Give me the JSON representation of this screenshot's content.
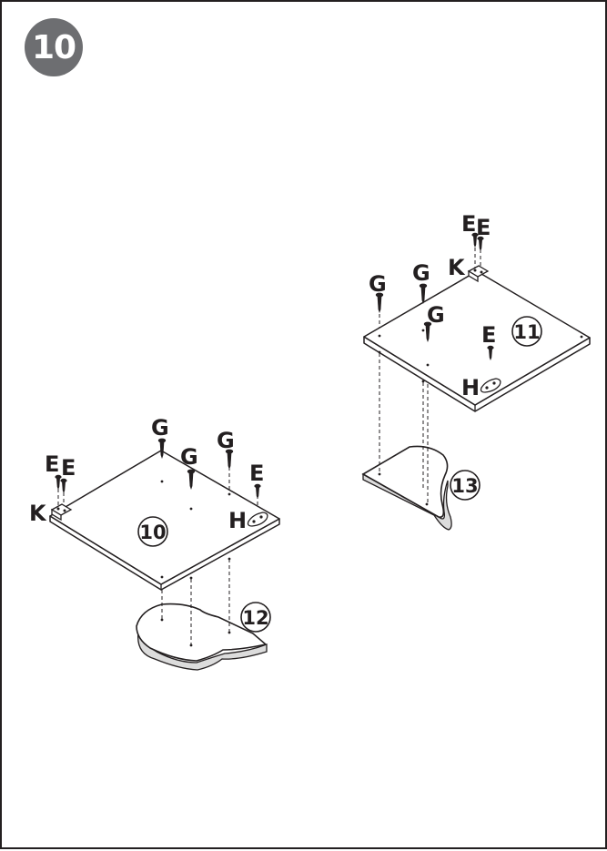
{
  "step": {
    "number": "10",
    "badge_color": "#6d6e71"
  },
  "colors": {
    "ink": "#231f20",
    "board": "#ffffff",
    "shadow": "#c8c8c8"
  },
  "left_assembly": {
    "screw_labels": [
      "G",
      "G",
      "G"
    ],
    "cam_screw_labels": [
      "E",
      "E",
      "E"
    ],
    "bracket_label": "K",
    "hinge_label": "H",
    "panel_number": "10",
    "support_number": "12"
  },
  "right_assembly": {
    "screw_labels": [
      "G",
      "G",
      "G"
    ],
    "cam_screw_labels": [
      "E",
      "E",
      "E"
    ],
    "bracket_label": "K",
    "hinge_label": "H",
    "panel_number": "11",
    "support_number": "13"
  }
}
